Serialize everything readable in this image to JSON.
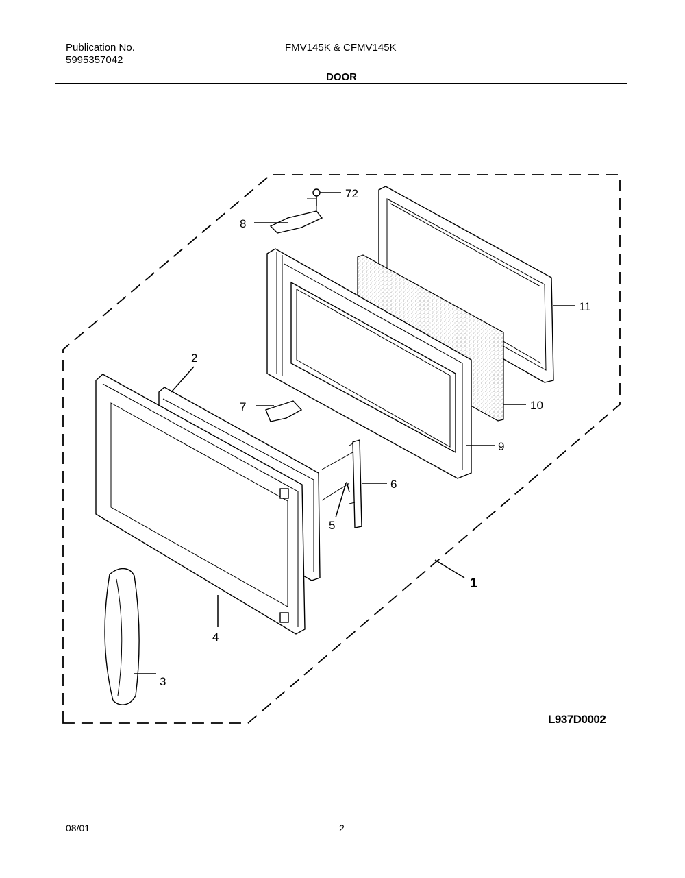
{
  "header": {
    "publication_label": "Publication No.",
    "publication_number": "5995357042",
    "model": "FMV145K & CFMV145K",
    "section_title": "DOOR"
  },
  "diagram": {
    "callouts": {
      "c72": "72",
      "c8": "8",
      "c11": "11",
      "c2": "2",
      "c7": "7",
      "c10": "10",
      "c9": "9",
      "c6": "6",
      "c5": "5",
      "c1": "1",
      "c4": "4",
      "c3": "3"
    },
    "drawing_code": "L937D0002"
  },
  "footer": {
    "date": "08/01",
    "page": "2"
  }
}
